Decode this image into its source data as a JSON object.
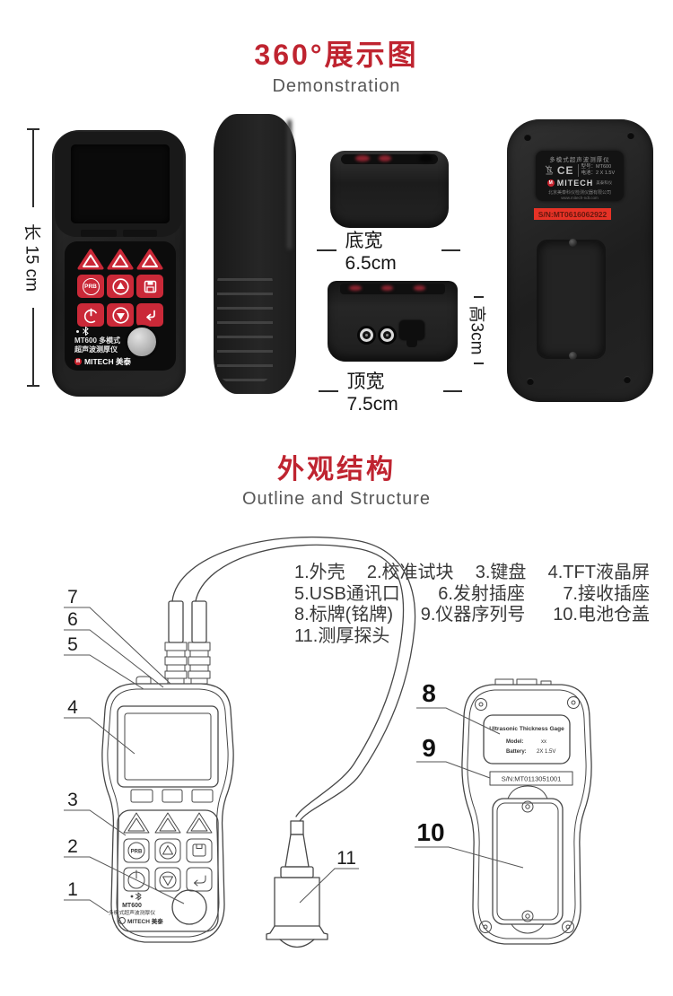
{
  "colors": {
    "accent_red": "#bf2430",
    "keypad_red": "#ca2938",
    "serial_red": "#e63226"
  },
  "sec360": {
    "title_cn": "360°展示图",
    "title_en": "Demonstration",
    "dims": {
      "length": "长 15 cm",
      "bottom_width": "底宽6.5cm",
      "top_width": "顶宽7.5cm",
      "height": "高3cm"
    },
    "front_photo": {
      "prb": "PRB",
      "model_line": "MT600 多模式",
      "device_line": "超声波测厚仪",
      "brand_line": "MITECH 美泰"
    },
    "back_photo": {
      "label_title": "多模式超声波测厚仪",
      "ce_mark": "CE",
      "model": "型号：MT600",
      "battery": "电池：2 X 1.5V",
      "brand": "MITECH",
      "brand_sub": "美泰科仪",
      "company": "北京美泰科仪检测仪器有限公司",
      "website": "www.mitech-ndt.com",
      "serial": "S/N:MT0616062922"
    }
  },
  "secOutline": {
    "title_cn": "外观结构",
    "title_en": "Outline and Structure",
    "legend_rows": [
      [
        "1.外壳",
        "2.校准试块",
        "3.键盘",
        "4.TFT液晶屏"
      ],
      [
        "5.USB通讯口",
        "6.发射插座",
        "7.接收插座"
      ],
      [
        "8.标牌(铭牌)",
        "9.仪器序列号",
        "10.电池仓盖"
      ],
      [
        "11.测厚探头"
      ]
    ],
    "callouts": {
      "c1": "1",
      "c2": "2",
      "c3": "3",
      "c4": "4",
      "c5": "5",
      "c6": "6",
      "c7": "7",
      "c8": "8",
      "c9": "9",
      "c10": "10",
      "c11": "11"
    },
    "front_drawing": {
      "prb": "PRB",
      "model": "MT600",
      "device_line": "多模式超声波测厚仪",
      "brand_line": "MITECH 美泰"
    },
    "back_drawing": {
      "plate_title": "Ultrasonic Thickness Gage",
      "plate_model_label": "Model:",
      "plate_model_value": "xx",
      "plate_battery_label": "Battery:",
      "plate_battery_value": "2X 1.5V",
      "serial": "S/N:MT0113051001"
    }
  }
}
